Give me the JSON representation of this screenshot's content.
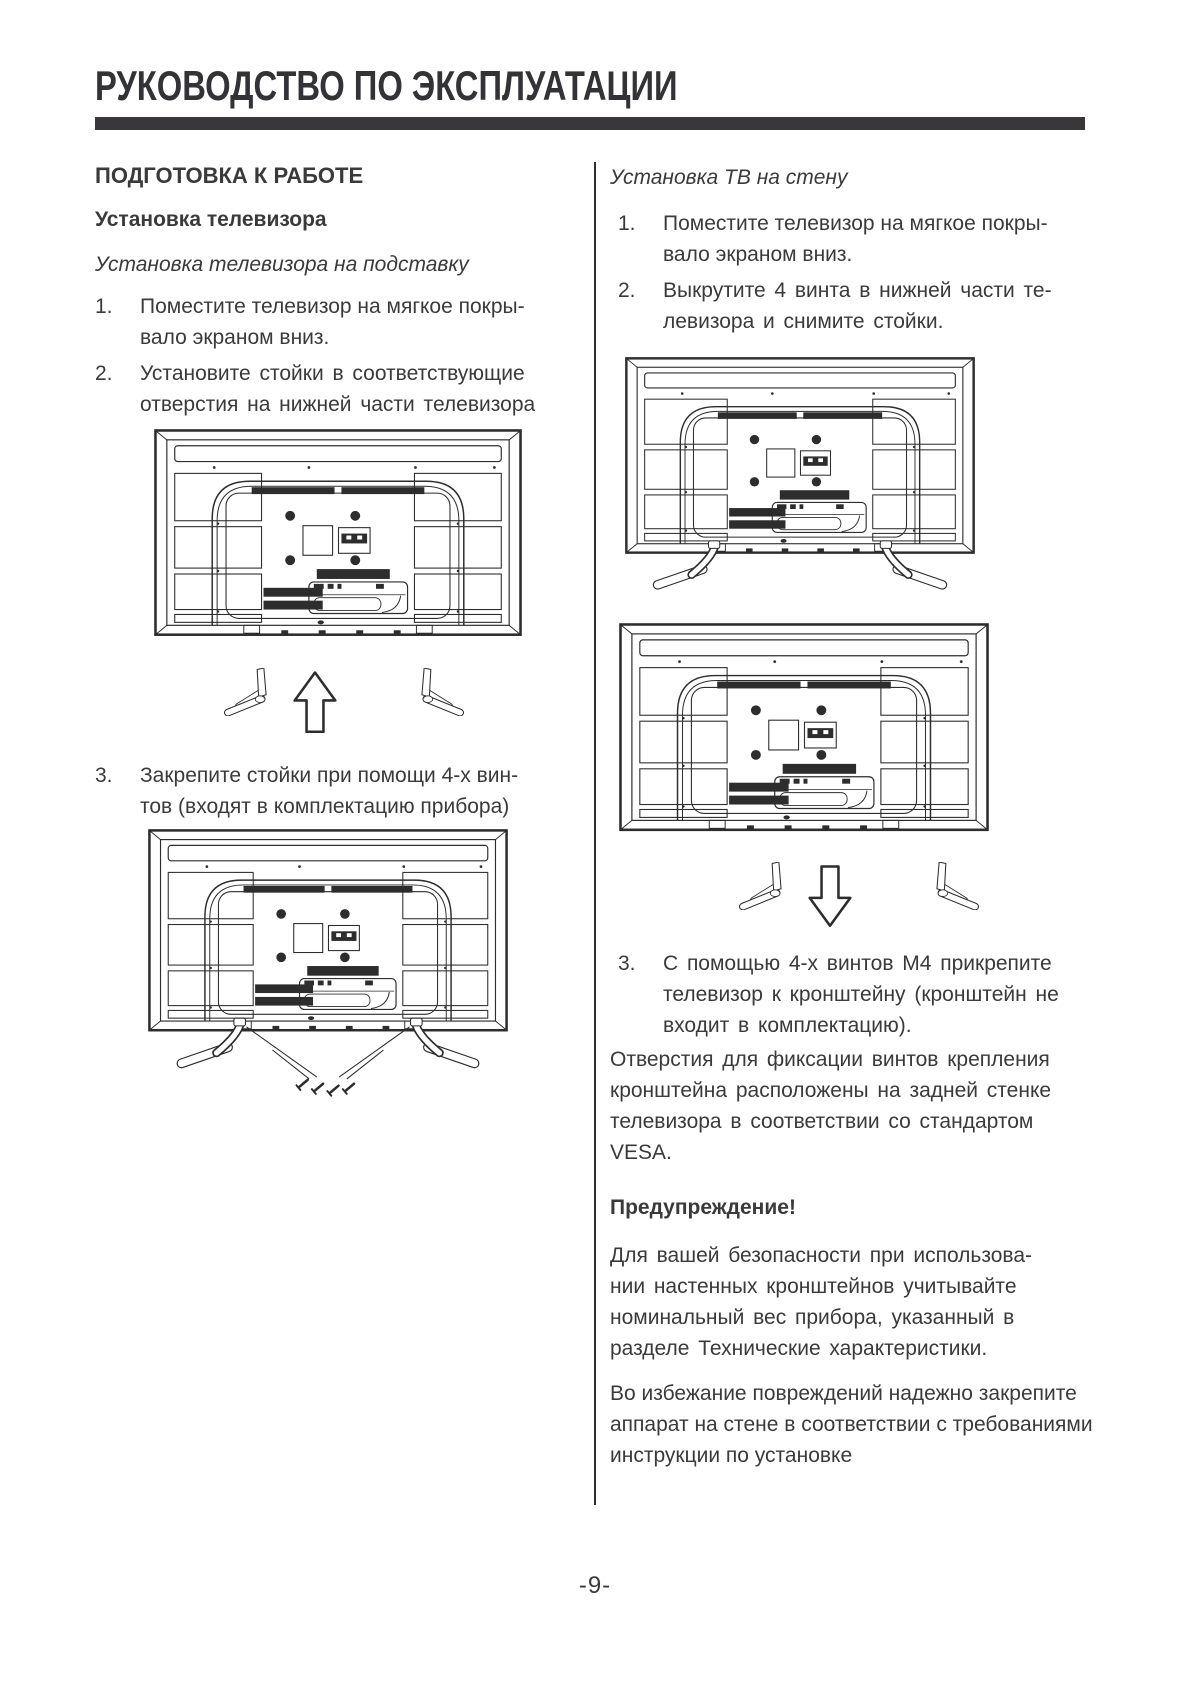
{
  "page": {
    "title": "РУКОВОДСТВО ПО ЭКСПЛУАТАЦИИ",
    "page_number": "-9-",
    "colors": {
      "text": "#3a3a3a",
      "rule": "#39373b",
      "diagram": "#2d2d2d"
    }
  },
  "left_column": {
    "section_heading": "ПОДГОТОВКА К РАБОТЕ",
    "subsection_heading": "Установка телевизора",
    "method_heading": "Установка телевизора на подставку",
    "steps": [
      {
        "num": "1.",
        "text": "Поместите телевизор на мягкое покры-\nвало экраном вниз."
      },
      {
        "num": "2.",
        "text": "Установите стойки в соответствующие\nотверстия на нижней части телевизора"
      },
      {
        "num": "3.",
        "text": "Закрепите стойки при помощи 4-х вин-\nтов (входят в комплектацию прибора)"
      }
    ]
  },
  "right_column": {
    "method_heading": "Установка ТВ на стену",
    "steps": [
      {
        "num": "1.",
        "text": "Поместите телевизор на мягкое покры-\nвало экраном вниз."
      },
      {
        "num": "2.",
        "text": "Выкрутите 4 винта в нижней части те-\nлевизора и снимите стойки."
      },
      {
        "num": "3.",
        "text": "С помощью 4-х винтов М4 прикрепите\nтелевизор к кронштейну (кронштейн не\nвходит в комплектацию)."
      }
    ],
    "vesa_note": "Отверстия для фиксации винтов крепления\nкронштейна расположены на задней стенке\nтелевизора в соответствии со стандартом\nVESA.",
    "warning_heading": "Предупреждение!",
    "warning_text_1": "Для вашей безопасности при использова-\nнии настенных кронштейнов учитывайте\nноминальный вес прибора, указанный в\nразделе Технические характеристики.",
    "warning_text_2": "Во избежание повреждений надежно закрепите\nаппарат на стене в соответствии с требованиями\nинструкции по установке"
  }
}
